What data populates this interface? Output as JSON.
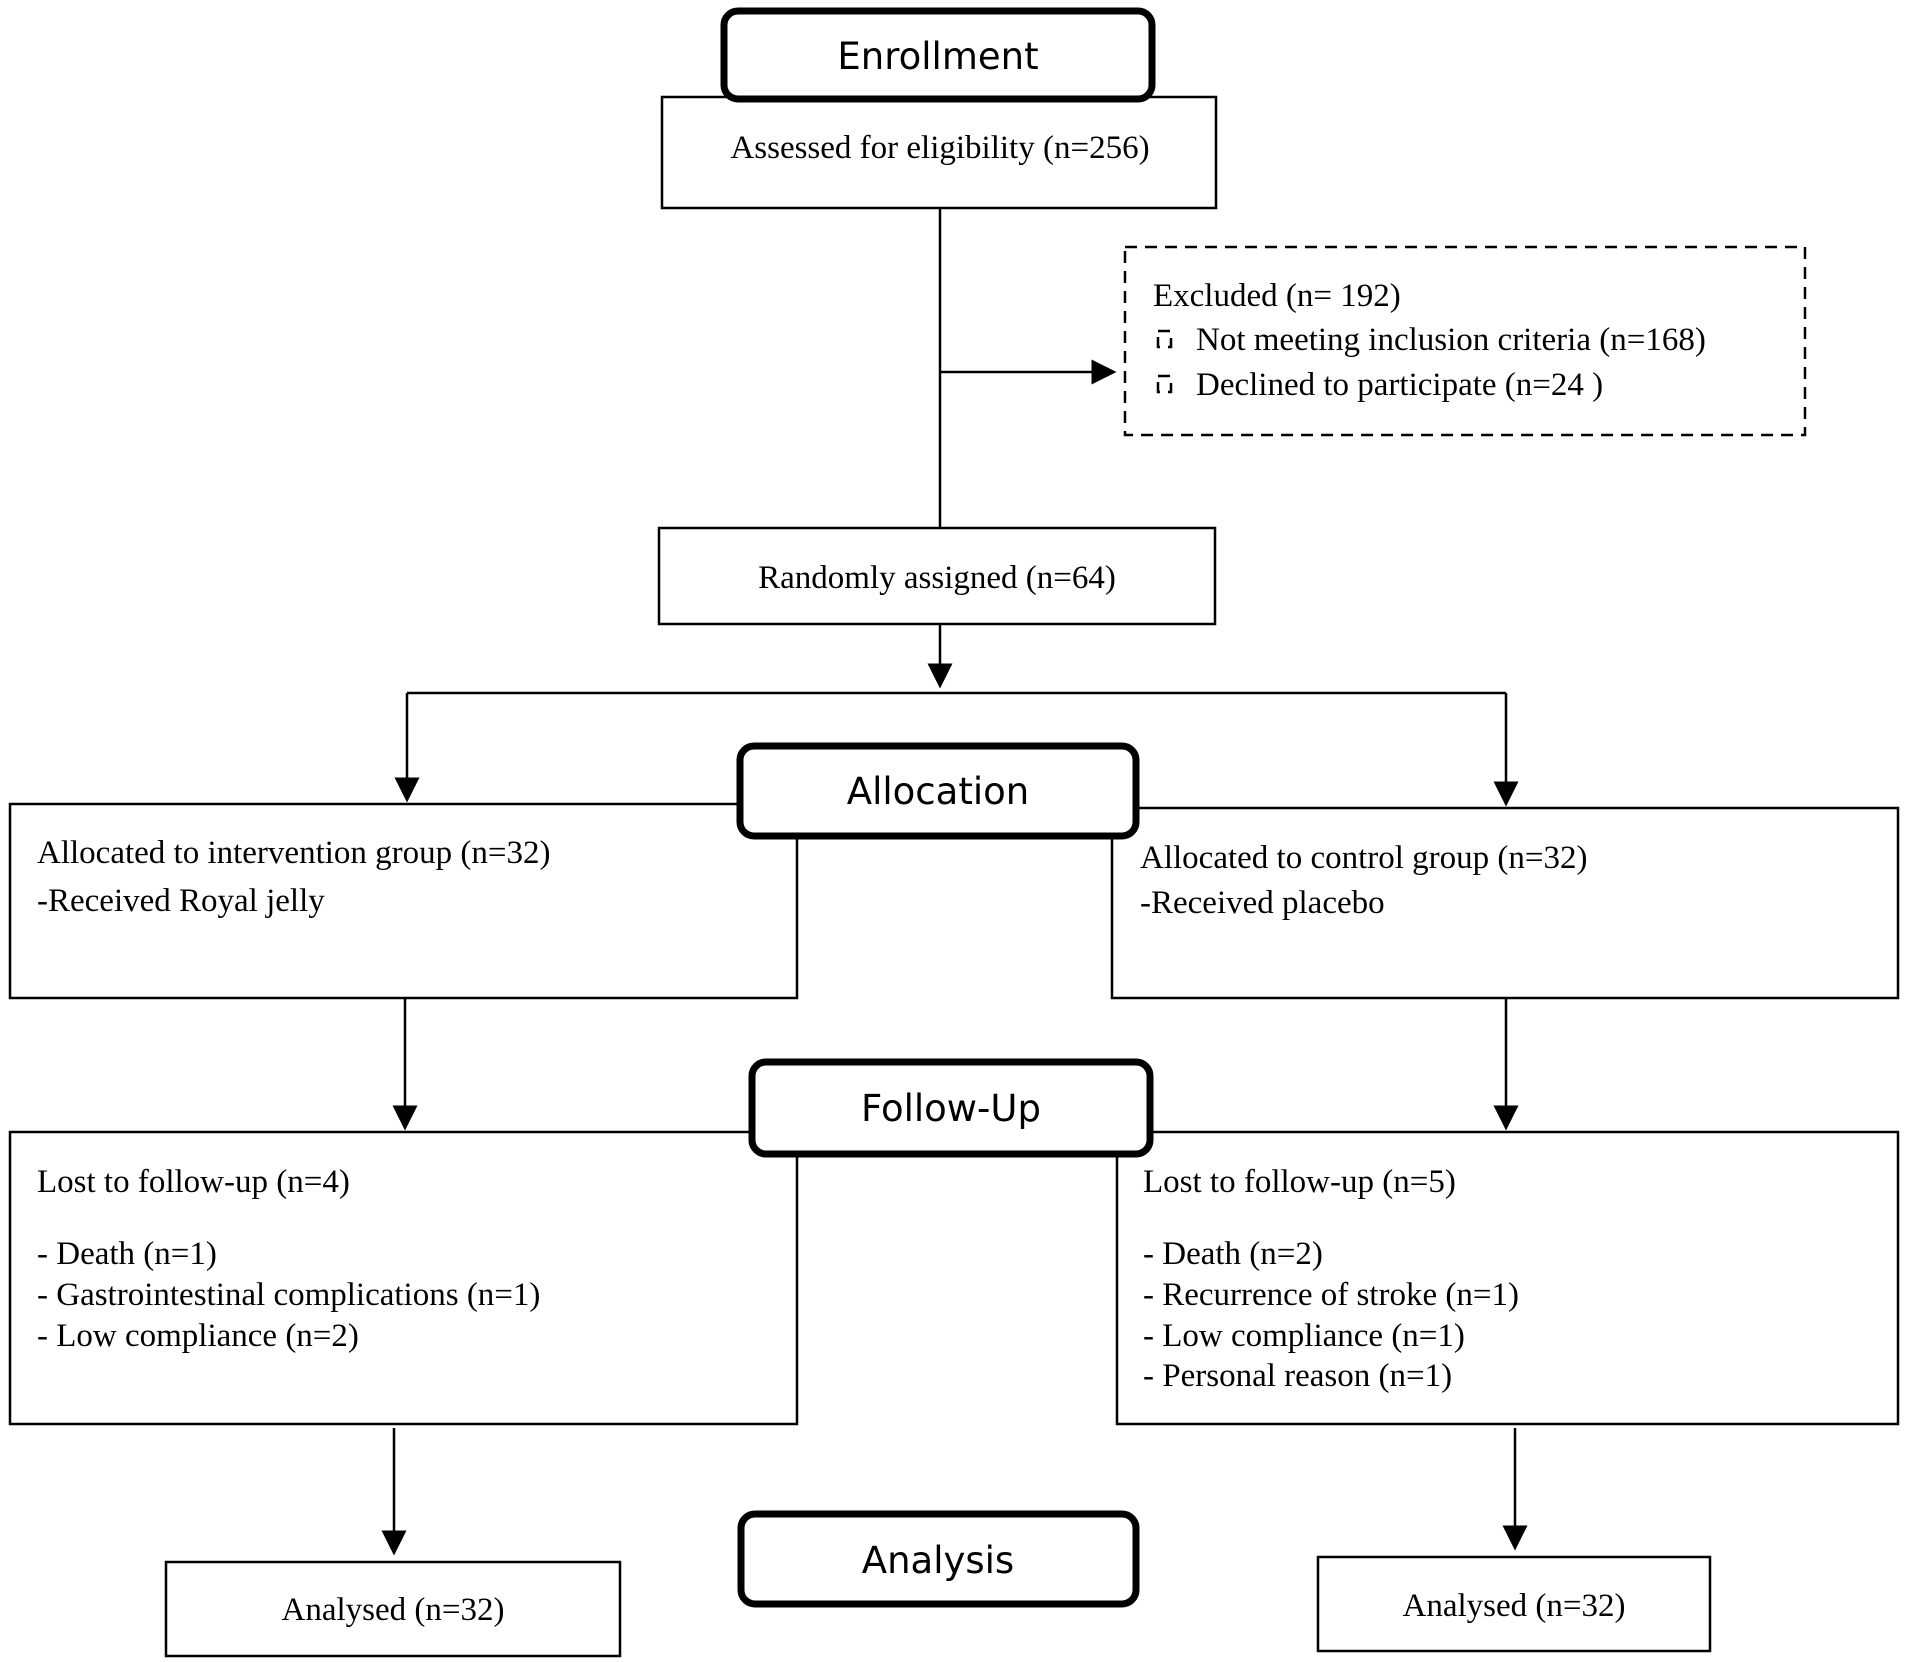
{
  "stages": {
    "enrollment": "Enrollment",
    "allocation": "Allocation",
    "follow_up": "Follow-Up",
    "analysis": "Analysis"
  },
  "assessed": "Assessed for eligibility (n=256)",
  "excluded": {
    "title": "Excluded (n= 192)",
    "items": [
      "Not meeting inclusion criteria (n=168)",
      "Declined to participate (n=24 )"
    ]
  },
  "randomized": "Randomly assigned (n=64)",
  "intervention": {
    "allocated": "Allocated to intervention group (n=32)",
    "received": "-Received Royal jelly",
    "lost": "Lost to follow-up (n=4)",
    "lost_reasons": [
      "- Death (n=1)",
      "- Gastrointestinal complications (n=1)",
      "- Low compliance (n=2)"
    ],
    "analysed": "Analysed (n=32)"
  },
  "control": {
    "allocated": "Allocated to control group (n=32)",
    "received": "-Received placebo",
    "lost": "Lost to follow-up (n=5)",
    "lost_reasons": [
      "- Death (n=2)",
      "- Recurrence of stroke (n=1)",
      "- Low compliance (n=1)",
      "- Personal reason (n=1)"
    ],
    "analysed": "Analysed (n=32)"
  }
}
